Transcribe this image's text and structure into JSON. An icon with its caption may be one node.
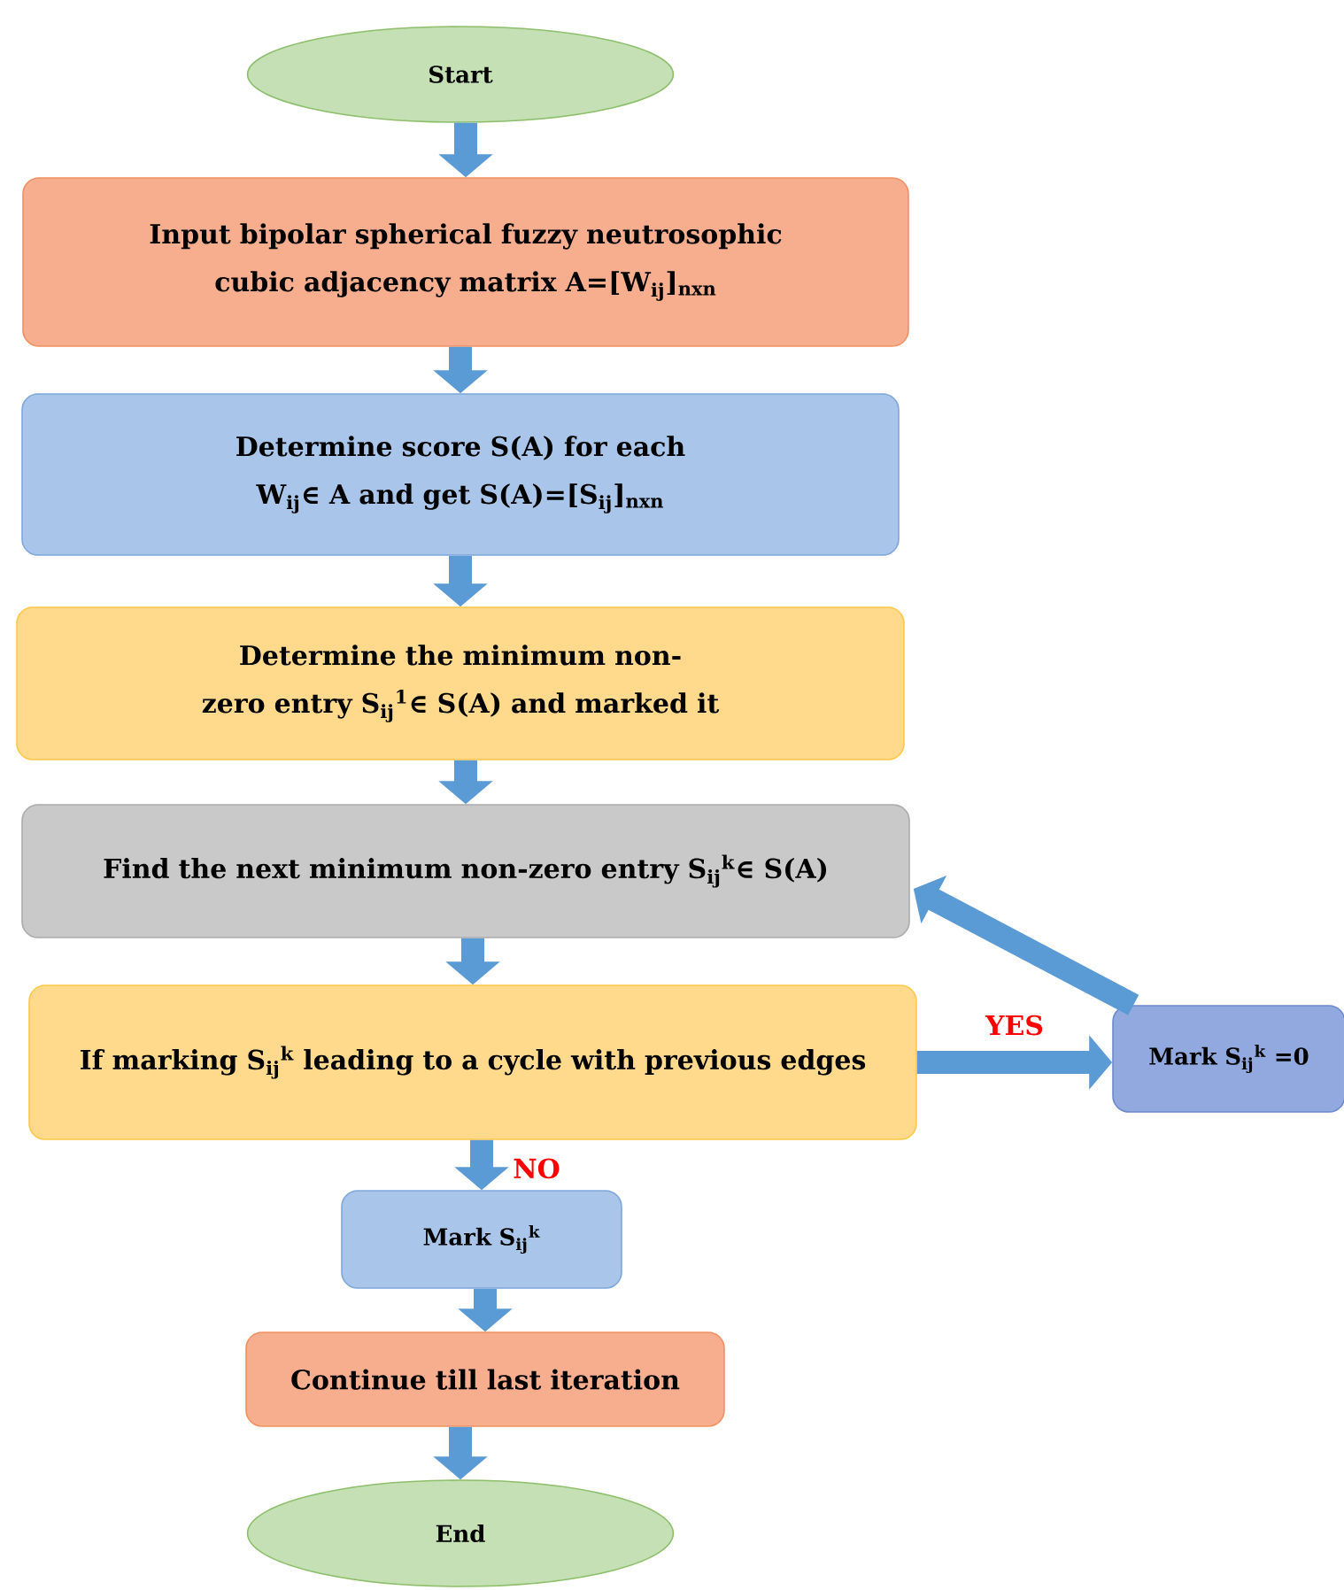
{
  "diagram": {
    "nodes": [
      {
        "text": [
          "Start"
        ]
      },
      {
        "text": [
          "Input bipolar spherical fuzzy neutrosophic cubic adjacency matrix A=[W$_{ij}$]$_{nxn}$"
        ]
      },
      {
        "text": [
          "Determine score S(A) for each W$_{ij}$∈ A and get S(A)=[S$_{ij}$]$_{nxn}$"
        ]
      },
      {
        "text": [
          "Determine the minimum non-zero entry S$_{ij}$$^{1}$∈ S(A) and marked it"
        ]
      },
      {
        "text": [
          "Find the next minimum non-zero entry S$_{ij}$$^{k}$∈ S(A)"
        ]
      },
      {
        "text": [
          "If marking S$_{ij}$$^{k}$ leading to a cycle with previous edges"
        ]
      },
      {
        "text": [
          "Mark S$_{ij}$$^{k}$ =0"
        ]
      },
      {
        "text": [
          "Mark S$_{ij}$$^{k}$"
        ]
      },
      {
        "text": [
          "Continue till last iteration"
        ]
      },
      {
        "text": [
          "End"
        ]
      }
    ],
    "edges": [
      {
        "from": 0,
        "to": 1,
        "arrow": "to"
      },
      {
        "from": 1,
        "to": 2,
        "arrow": "to"
      },
      {
        "from": 2,
        "to": 3,
        "arrow": "to"
      },
      {
        "from": 3,
        "to": 4,
        "arrow": "to"
      },
      {
        "from": 4,
        "to": 5,
        "arrow": "to"
      },
      {
        "from": 5,
        "to": 6,
        "arrow": "to",
        "label": "YES"
      },
      {
        "from": 6,
        "to": 4,
        "arrow": "to"
      },
      {
        "from": 5,
        "to": 7,
        "arrow": "to",
        "label": "NO"
      },
      {
        "from": 7,
        "to": 8,
        "arrow": "to"
      },
      {
        "from": 8,
        "to": 9,
        "arrow": "to"
      }
    ]
  }
}
